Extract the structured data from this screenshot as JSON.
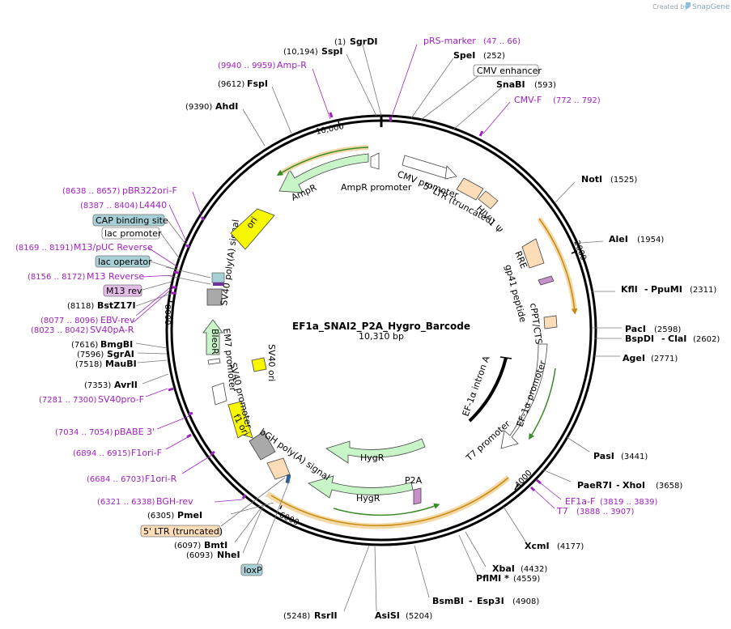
{
  "credit": {
    "prefix": "Created by",
    "brand": "SnapGene"
  },
  "plasmid": {
    "name": "EF1a_SNAI2_P2A_Hygro_Barcode",
    "size": "10,310 bp"
  },
  "ticks": [
    "10,000",
    "2000",
    "4000",
    "6000",
    "8000"
  ],
  "enzymes": [
    {
      "name": "SgrDI",
      "pos": "(1)"
    },
    {
      "name": "SspI",
      "pos": "(10,194)"
    },
    {
      "name": "SpeI",
      "pos": "(252)"
    },
    {
      "name": "SnaBI",
      "pos": "(593)"
    },
    {
      "name": "FspI",
      "pos": "(9612)"
    },
    {
      "name": "AhdI",
      "pos": "(9390)"
    },
    {
      "name": "NotI",
      "pos": "(1525)"
    },
    {
      "name": "AleI",
      "pos": "(1954)"
    },
    {
      "name": "KflI",
      "name2": "PpuMI",
      "pos": "(2311)"
    },
    {
      "name": "PacI",
      "pos": "(2598)"
    },
    {
      "name": "BspDI",
      "name2": "ClaI",
      "pos": "(2602)"
    },
    {
      "name": "AgeI",
      "pos": "(2771)"
    },
    {
      "name": "PasI",
      "pos": "(3441)"
    },
    {
      "name": "PaeR7I",
      "name2": "XhoI",
      "pos": "(3658)"
    },
    {
      "name": "XcmI",
      "pos": "(4177)"
    },
    {
      "name": "XbaI",
      "pos": "(4432)"
    },
    {
      "name": "PflMI *",
      "pos": "(4559)"
    },
    {
      "name": "BsmBI",
      "name2": "Esp3I",
      "pos": "(4908)"
    },
    {
      "name": "AsiSI",
      "pos": "(5204)"
    },
    {
      "name": "RsrII",
      "pos": "(5248)"
    },
    {
      "name": "BmtI",
      "pos": "(6097)"
    },
    {
      "name": "NheI",
      "pos": "(6093)"
    },
    {
      "name": "PmeI",
      "pos": "(6305)"
    },
    {
      "name": "AvrII",
      "pos": "(7353)"
    },
    {
      "name": "BmgBI",
      "pos": "(7616)"
    },
    {
      "name": "SgrAI",
      "pos": "(7596)"
    },
    {
      "name": "MauBI",
      "pos": "(7518)"
    },
    {
      "name": "BstZ17I",
      "pos": "(8118)"
    }
  ],
  "primers": [
    {
      "name": "pRS-marker",
      "pos": "(47 .. 66)"
    },
    {
      "name": "Amp-R",
      "pos": "(9940 .. 9959)"
    },
    {
      "name": "CMV-F",
      "pos": "(772 .. 792)"
    },
    {
      "name": "pBR322ori-F",
      "pos": "(8638 .. 8657)"
    },
    {
      "name": "L4440",
      "pos": "(8387 .. 8404)"
    },
    {
      "name": "M13/pUC Reverse",
      "pos": "(8169 .. 8191)"
    },
    {
      "name": "M13 Reverse",
      "pos": "(8156 .. 8172)"
    },
    {
      "name": "EBV-rev",
      "pos": "(8077 .. 8096)"
    },
    {
      "name": "SV40pA-R",
      "pos": "(8023 .. 8042)"
    },
    {
      "name": "SV40pro-F",
      "pos": "(7281 .. 7300)"
    },
    {
      "name": "pBABE 3'",
      "pos": "(7034 .. 7054)"
    },
    {
      "name": "F1ori-F",
      "pos": "(6894 .. 6915)"
    },
    {
      "name": "F1ori-R",
      "pos": "(6684 .. 6703)"
    },
    {
      "name": "BGH-rev",
      "pos": "(6321 .. 6338)"
    },
    {
      "name": "EF1a-F",
      "pos": "(3819 .. 3839)"
    },
    {
      "name": "T7",
      "pos": "(3888 .. 3907)"
    }
  ],
  "boxes": [
    {
      "name": "CMV enhancer"
    },
    {
      "name": "CAP binding site"
    },
    {
      "name": "lac promoter"
    },
    {
      "name": "lac operator"
    },
    {
      "name": "M13 rev"
    },
    {
      "name": "5' LTR (truncated)"
    },
    {
      "name": "loxP"
    }
  ],
  "features": {
    "ampr": "AmpR",
    "ampr_promoter": "AmpR promoter",
    "cmv_promoter": "CMV promoter",
    "ltr5": "5' LTR (truncated)",
    "hiv": "HIV-1 Ψ",
    "rre": "RRE",
    "gp41": "gp41 peptide",
    "cppt": "cPPT/CTS",
    "ef1a_promoter": "EF-1α promoter",
    "ef1a_intron": "EF-1α intron A",
    "t7_promoter": "T7 promoter",
    "hygr_inner": "HygR",
    "hygr_outer": "HygR",
    "p2a": "P2A",
    "bgh": "bGH poly(A) signal",
    "f1ori": "f1 ori",
    "sv40_promoter": "SV40 promoter",
    "em7": "EM7 promoter",
    "bleor": "BleoR",
    "sv40ori": "SV40 ori",
    "sv40polya": "SV40 poly(A) signal",
    "ori": "ori"
  },
  "colors": {
    "primer": "#a020c0",
    "marker": "#c8f5c8",
    "rep": "#f7f700",
    "ltr": "#fddcb8",
    "lac": "#a6cfd6",
    "m13": "#e3bde8",
    "orf": "#f5a623"
  }
}
